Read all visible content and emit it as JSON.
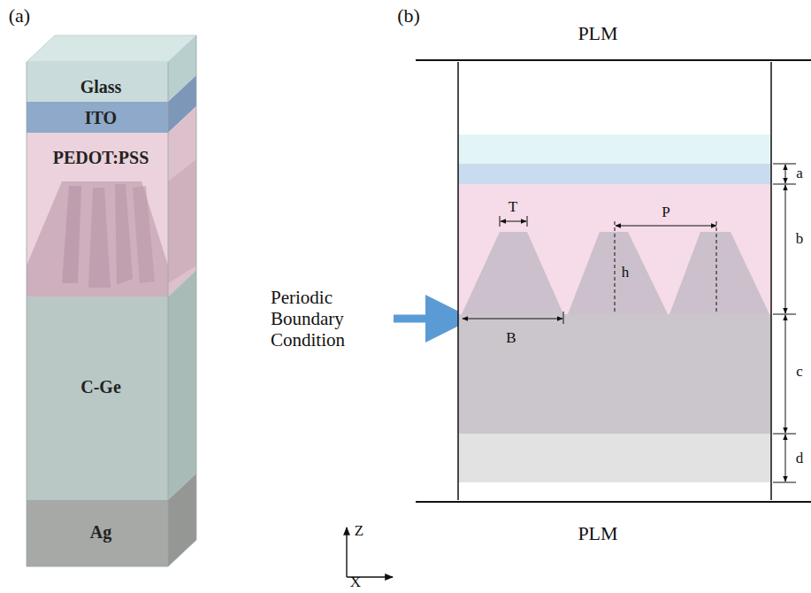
{
  "diagram": {
    "nodes": [
      {
        "text": [
          "Glass"
        ]
      },
      {
        "text": [
          "ITO"
        ]
      },
      {
        "text": [
          "PEDOT:PSS"
        ]
      },
      {
        "text": [
          "C-Ge"
        ]
      },
      {
        "text": [
          "Ag"
        ]
      }
    ],
    "labels": [
      "(a)",
      "(b)",
      "PLM",
      "PLM",
      "Periodic Boundary Condition",
      "T",
      "P",
      "h",
      "B",
      "a",
      "b",
      "c",
      "d",
      "Z",
      "X"
    ]
  }
}
